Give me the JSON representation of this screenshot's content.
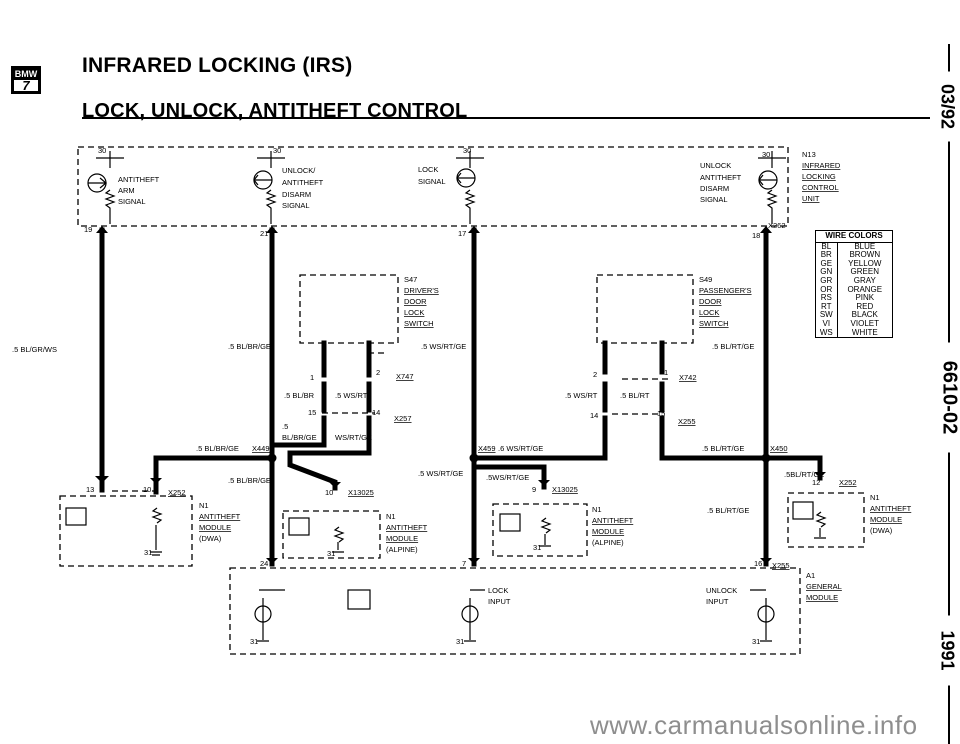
{
  "header": {
    "badge_brand": "BMW",
    "badge_model": "7",
    "title": "INFRARED LOCKING (IRS)",
    "subtitle": "LOCK, UNLOCK, ANTITHEFT CONTROL"
  },
  "margin": {
    "date": "03/92",
    "code": "6610-02",
    "year": "1991"
  },
  "watermark": "www.carmanualsonline.info",
  "wire_colors": {
    "heading": "WIRE COLORS",
    "rows": [
      [
        "BL",
        "BLUE"
      ],
      [
        "BR",
        "BROWN"
      ],
      [
        "GE",
        "YELLOW"
      ],
      [
        "GN",
        "GREEN"
      ],
      [
        "GR",
        "GRAY"
      ],
      [
        "OR",
        "ORANGE"
      ],
      [
        "RS",
        "PINK"
      ],
      [
        "RT",
        "RED"
      ],
      [
        "SW",
        "BLACK"
      ],
      [
        "VI",
        "VIOLET"
      ],
      [
        "WS",
        "WHITE"
      ]
    ]
  },
  "diagram": {
    "n13": [
      "N13",
      "INFRARED",
      "LOCKING",
      "CONTROL",
      "UNIT"
    ],
    "s47": [
      "S47",
      "DRIVER'S",
      "DOOR",
      "LOCK",
      "SWITCH"
    ],
    "s49": [
      "S49",
      "PASSENGER'S",
      "DOOR",
      "LOCK",
      "SWITCH"
    ],
    "n1_left": [
      "N1",
      "ANTITHEFT",
      "MODULE",
      "(DWA)"
    ],
    "n1_alp_left": [
      "N1",
      "ANTITHEFT",
      "MODULE",
      "(ALPINE)"
    ],
    "n1_alp_mid": [
      "N1",
      "ANTITHEFT",
      "MODULE",
      "(ALPINE)"
    ],
    "n1_right": [
      "N1",
      "ANTITHEFT",
      "MODULE",
      "(DWA)"
    ],
    "a1": [
      "A1",
      "GENERAL",
      "MODULE"
    ],
    "sig_arm": [
      "ANTITHEFT",
      "ARM",
      "SIGNAL"
    ],
    "sig_unlock_dis": [
      "UNLOCK/",
      "ANTITHEFT",
      "DISARM",
      "SIGNAL"
    ],
    "sig_lock": [
      "LOCK",
      "SIGNAL"
    ],
    "sig_unlock_arm": [
      "UNLOCK",
      "ANTITHEFT",
      "DISARM",
      "SIGNAL"
    ],
    "lock_input": [
      "LOCK",
      "INPUT"
    ],
    "unlock_input": [
      "UNLOCK",
      "INPUT"
    ],
    "pins": {
      "p30": "30",
      "p19": "19",
      "p21": "21",
      "p17": "17",
      "p18": "18",
      "p1": "1",
      "p2": "2",
      "p14": "14",
      "p15": "15",
      "p13": "13",
      "p10": "10",
      "p9": "9",
      "p12": "12",
      "p31": "31",
      "p24": "24",
      "p7": "7",
      "p16": "16"
    },
    "connectors": {
      "x262": "X262",
      "x747": "X747",
      "x742": "X742",
      "x257": "X257",
      "x255": "X255",
      "x449": "X449",
      "x459": "X459",
      "x450": "X450",
      "x252": "X252",
      "x13025": "X13025"
    },
    "wires": {
      "bl_gr_ws": ".5 BL/GR/WS",
      "bl_br_ge": ".5 BL/BR/GE",
      "ws_rt_ge": ".5 WS/RT/GE",
      "bl_rt_ge": ".5 BL/RT/GE",
      "bl_br": ".5 BL/BR",
      "ws_rt": ".5 WS/RT",
      "bl_rt": ".5 BL/RT",
      "half": ".5",
      "bl_br_ge_short": "BL/BR/GE",
      "ws_rt_ge_short": "WS/RT/GE",
      "ws_rt_ge_x459": ".6 WS/RT/GE",
      "ws_rt_ge_no5": ".5WS/RT/GE",
      "bl_rt_ge_no5": ".5BL/RT/GE"
    }
  }
}
